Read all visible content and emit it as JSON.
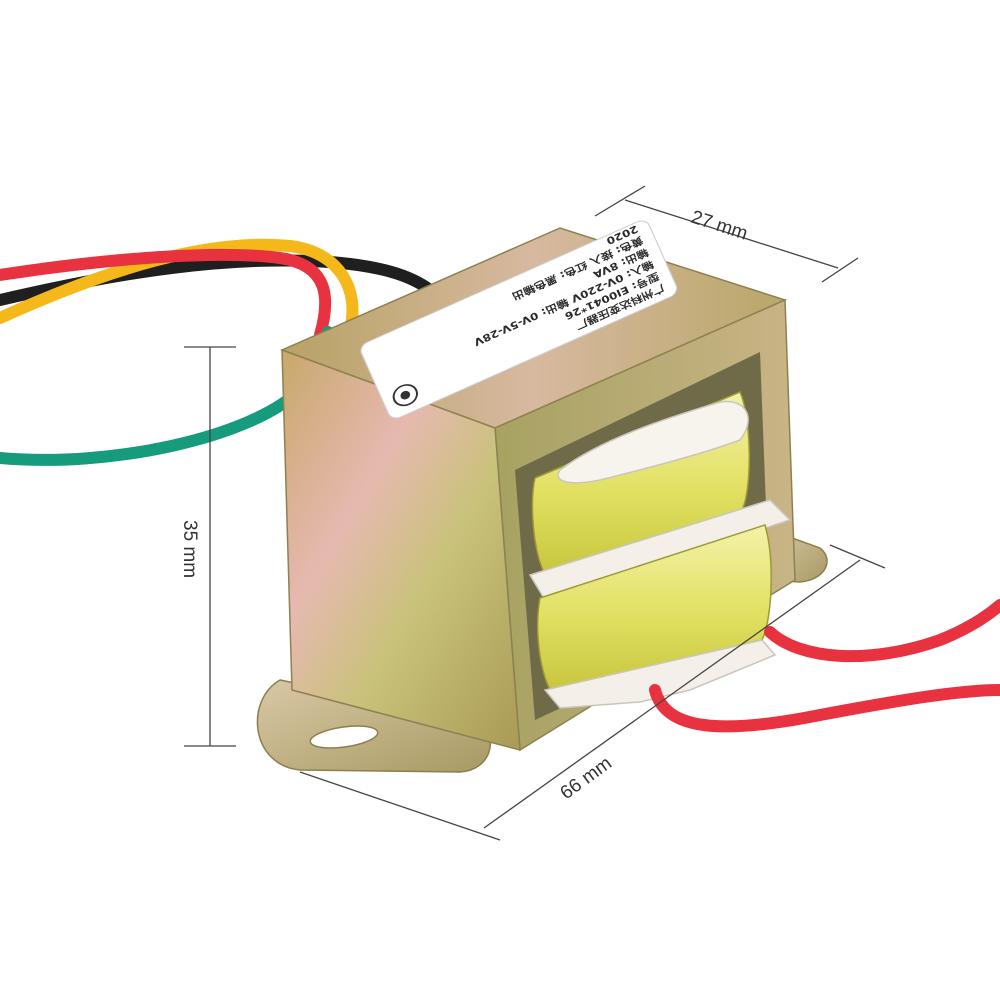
{
  "dimensions": {
    "width_label": "27 mm",
    "height_label": "35 mm",
    "depth_label": "66 mm"
  },
  "nameplate": {
    "lines": [
      "广州科达变压器厂",
      "型号: EI0041*26",
      "输入: 0V-220V 输出: 0V-5V-28V",
      "输出: 8VA",
      "黄色: 接入  红色: 黑色输出",
      "2020"
    ]
  },
  "wires": {
    "colors": {
      "red": "#e8323f",
      "yellow": "#f4b81a",
      "black": "#1f1f1f",
      "green": "#169b7c"
    }
  },
  "icons": {
    "brand_logo": "brand-logo-icon"
  }
}
